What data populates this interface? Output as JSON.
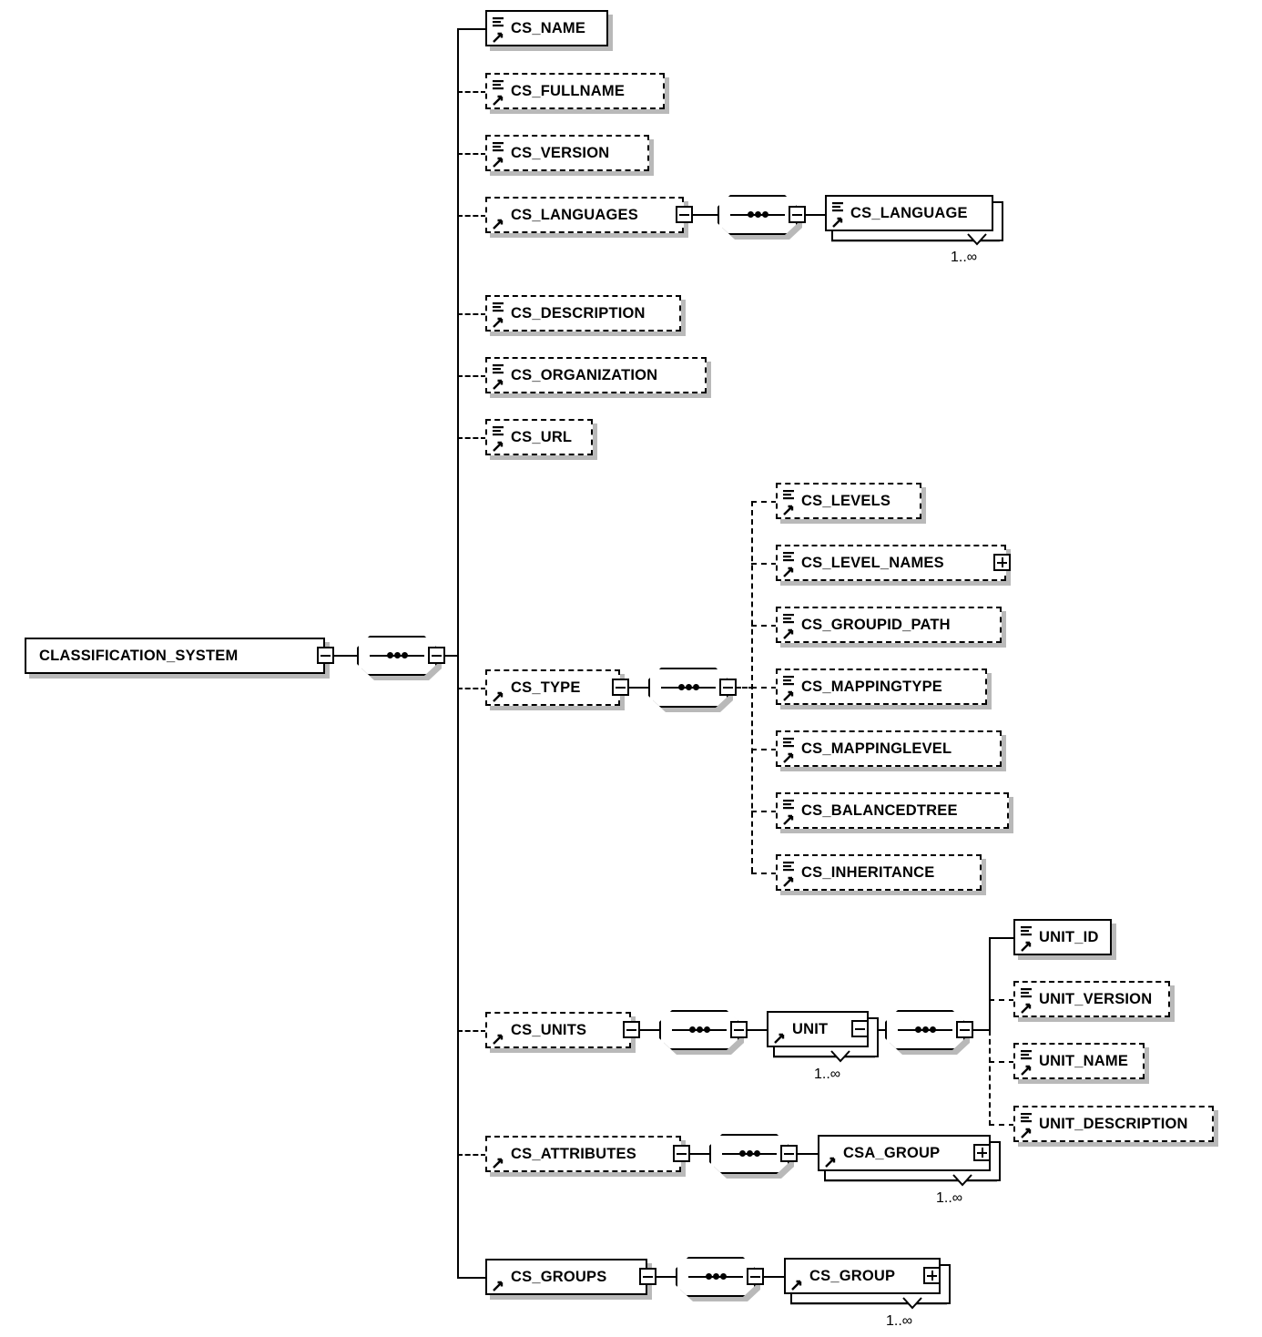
{
  "diagram": {
    "type": "xml-schema-tree",
    "title": "CLASSIFICATION_SYSTEM",
    "occurrence_label": "1..∞",
    "icons": {
      "element": "element-icon",
      "attribute_arrow": "arrow-icon",
      "sequence": "sequence-compositor-icon",
      "expand": "plus-icon",
      "collapse": "minus-icon"
    },
    "colors": {
      "line": "#000000",
      "box_fill": "#ffffff",
      "shadow": "#b9b9b9"
    }
  },
  "root": {
    "label": "CLASSIFICATION_SYSTEM",
    "required": true,
    "toggle": "minus"
  },
  "level1": [
    {
      "label": "CS_NAME",
      "required": true
    },
    {
      "label": "CS_FULLNAME",
      "required": false
    },
    {
      "label": "CS_VERSION",
      "required": false
    },
    {
      "label": "CS_LANGUAGES",
      "required": false,
      "toggle": "minus",
      "container": true
    },
    {
      "label": "CS_DESCRIPTION",
      "required": false
    },
    {
      "label": "CS_ORGANIZATION",
      "required": false
    },
    {
      "label": "CS_URL",
      "required": false
    },
    {
      "label": "CS_TYPE",
      "required": false,
      "toggle": "minus",
      "container": true
    },
    {
      "label": "CS_UNITS",
      "required": false,
      "toggle": "minus",
      "container": true
    },
    {
      "label": "CS_ATTRIBUTES",
      "required": false,
      "toggle": "minus",
      "container": true
    },
    {
      "label": "CS_GROUPS",
      "required": true,
      "toggle": "minus",
      "container": true
    }
  ],
  "languages_child": {
    "label": "CS_LANGUAGE",
    "required": true,
    "repeat": "1..∞"
  },
  "type_children": [
    {
      "label": "CS_LEVELS",
      "required": false
    },
    {
      "label": "CS_LEVEL_NAMES",
      "required": false,
      "toggle": "plus"
    },
    {
      "label": "CS_GROUPID_PATH",
      "required": false
    },
    {
      "label": "CS_MAPPINGTYPE",
      "required": false
    },
    {
      "label": "CS_MAPPINGLEVEL",
      "required": false
    },
    {
      "label": "CS_BALANCEDTREE",
      "required": false
    },
    {
      "label": "CS_INHERITANCE",
      "required": false
    }
  ],
  "unit": {
    "label": "UNIT",
    "required": true,
    "repeat": "1..∞",
    "toggle": "minus",
    "container": true
  },
  "unit_children": [
    {
      "label": "UNIT_ID",
      "required": true
    },
    {
      "label": "UNIT_VERSION",
      "required": false
    },
    {
      "label": "UNIT_NAME",
      "required": false
    },
    {
      "label": "UNIT_DESCRIPTION",
      "required": false
    }
  ],
  "attributes_child": {
    "label": "CSA_GROUP",
    "required": true,
    "repeat": "1..∞",
    "toggle": "plus",
    "container": true
  },
  "groups_child": {
    "label": "CS_GROUP",
    "required": true,
    "repeat": "1..∞",
    "toggle": "plus",
    "container": true
  }
}
